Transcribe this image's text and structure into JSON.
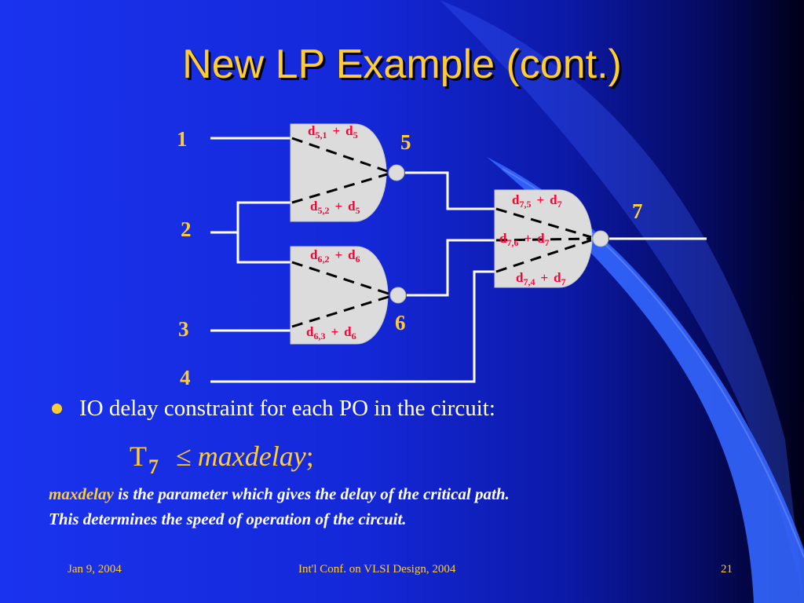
{
  "title": "New LP Example (cont.)",
  "diagram": {
    "node_labels": {
      "n1": "1",
      "n2": "2",
      "n3": "3",
      "n4": "4",
      "n5": "5",
      "n6": "6",
      "n7": "7"
    },
    "terms": {
      "t51": {
        "main": "d",
        "sub": "5,1",
        "plus": "+",
        "term": "d",
        "termsub": "5"
      },
      "t52": {
        "main": "d",
        "sub": "5,2",
        "plus": "+",
        "term": "d",
        "termsub": "5"
      },
      "t62": {
        "main": "d",
        "sub": "6,2",
        "plus": "+",
        "term": "d",
        "termsub": "6"
      },
      "t63": {
        "main": "d",
        "sub": "6,3",
        "plus": "+",
        "term": "d",
        "termsub": "6"
      },
      "t75": {
        "main": "d",
        "sub": "7,5",
        "plus": "+",
        "term": "d",
        "termsub": "7"
      },
      "t76": {
        "main": "d",
        "sub": "7,6",
        "plus": "+",
        "term": "d",
        "termsub": "7"
      },
      "t74": {
        "main": "d",
        "sub": "7,4",
        "plus": "+",
        "term": "d",
        "termsub": "7"
      }
    }
  },
  "bullet": "IO delay constraint for each PO in the circuit:",
  "formula": {
    "lhs": "T",
    "lhs_sub": "7",
    "op": "≤",
    "rhs": "maxdelay",
    "end": ";"
  },
  "note": {
    "keyword": "maxdelay",
    "line1_rest": " is the parameter which gives the delay of the critical path.",
    "line2": "This determines the speed of operation of the circuit."
  },
  "footer": {
    "date": "Jan 9, 2004",
    "conference": "Int'l Conf. on VLSI Design, 2004",
    "page": "21"
  },
  "colors": {
    "title": "#ffcc33",
    "accent": "#ffcc33",
    "term_text": "#ff0033",
    "gate_fill": "#dcdcdc",
    "wire": "#ffffff",
    "background": "#1a33ee"
  }
}
